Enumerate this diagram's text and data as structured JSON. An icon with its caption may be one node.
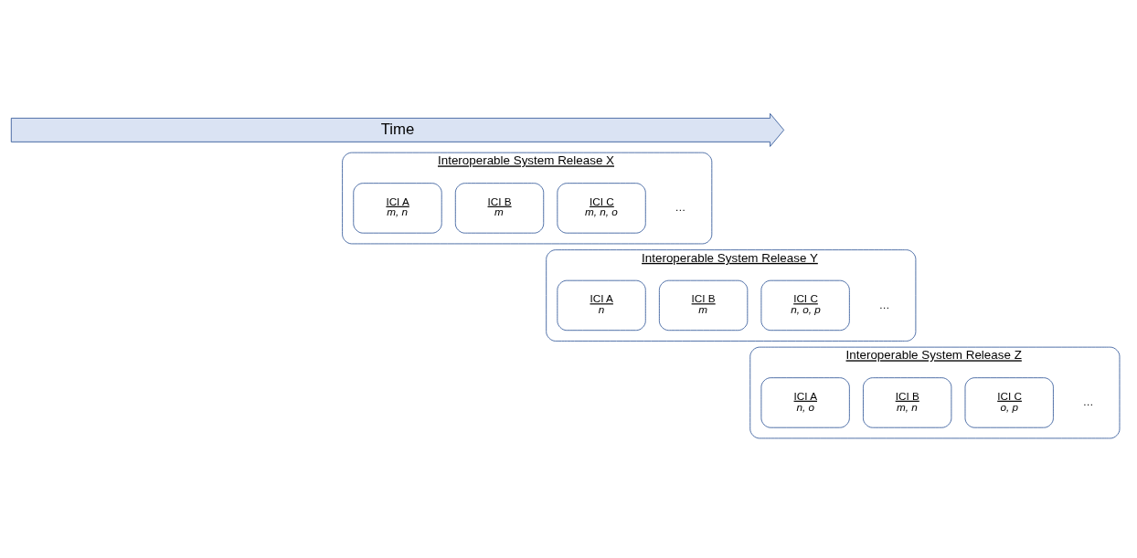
{
  "diagram": {
    "nodes": [
      {
        "text": [
          "Time"
        ]
      },
      {
        "text": [
          "Interoperable System Release X"
        ]
      },
      {
        "text": [
          "ICI A",
          "m, n"
        ],
        "in": 1
      },
      {
        "text": [
          "ICI B",
          "m"
        ],
        "in": 1
      },
      {
        "text": [
          "ICI C",
          "m, n, o"
        ],
        "in": 1
      },
      {
        "text": [
          "Interoperable System Release Y"
        ]
      },
      {
        "text": [
          "ICI A",
          "n"
        ],
        "in": 5
      },
      {
        "text": [
          "ICI B",
          "m"
        ],
        "in": 5
      },
      {
        "text": [
          "ICI C",
          "n, o, p"
        ],
        "in": 5
      },
      {
        "text": [
          "Interoperable System Release Z"
        ]
      },
      {
        "text": [
          "ICI A",
          "n, o"
        ],
        "in": 9
      },
      {
        "text": [
          "ICI B",
          "m, n"
        ],
        "in": 9
      },
      {
        "text": [
          "ICI C",
          "o, p"
        ],
        "in": 9
      }
    ],
    "edges": [],
    "labels": [
      "…",
      "…",
      "…"
    ]
  }
}
